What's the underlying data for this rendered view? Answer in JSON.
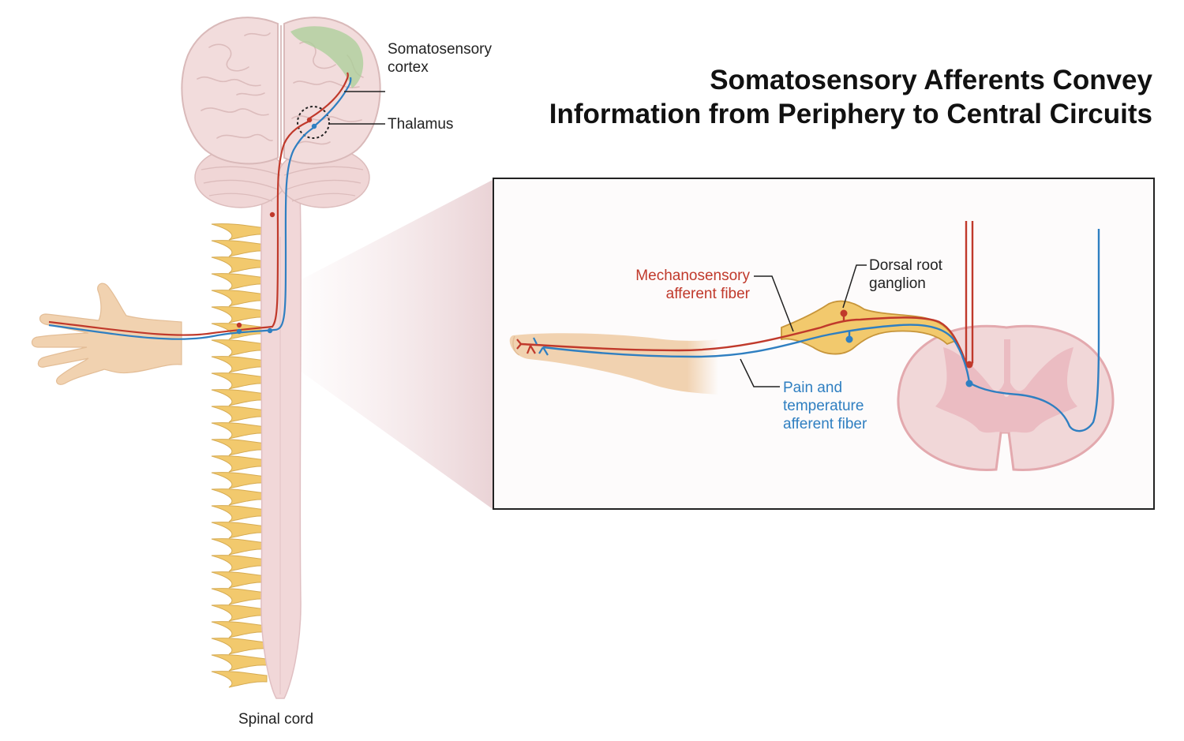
{
  "title": {
    "line1": "Somatosensory Afferents Convey",
    "line2": "Information from Periphery to Central Circuits"
  },
  "labels": {
    "somatosensory_cortex_line1": "Somatosensory",
    "somatosensory_cortex_line2": "cortex",
    "thalamus": "Thalamus",
    "spinal_cord": "Spinal cord",
    "mechanosensory_line1": "Mechanosensory",
    "mechanosensory_line2": "afferent fiber",
    "drg_line1": "Dorsal root",
    "drg_line2": "ganglion",
    "pain_line1": "Pain and",
    "pain_line2": "temperature",
    "pain_line3": "afferent fiber"
  },
  "colors": {
    "mechanosensory_fiber": "#c0392b",
    "pain_fiber": "#2f7fc1",
    "brain": "#f2dcdc",
    "cortex_highlight": "#a9cf98",
    "ganglion": "#f2c96d",
    "skin": "#f1d2b0",
    "spinal_cord": "#f1d7d8"
  }
}
